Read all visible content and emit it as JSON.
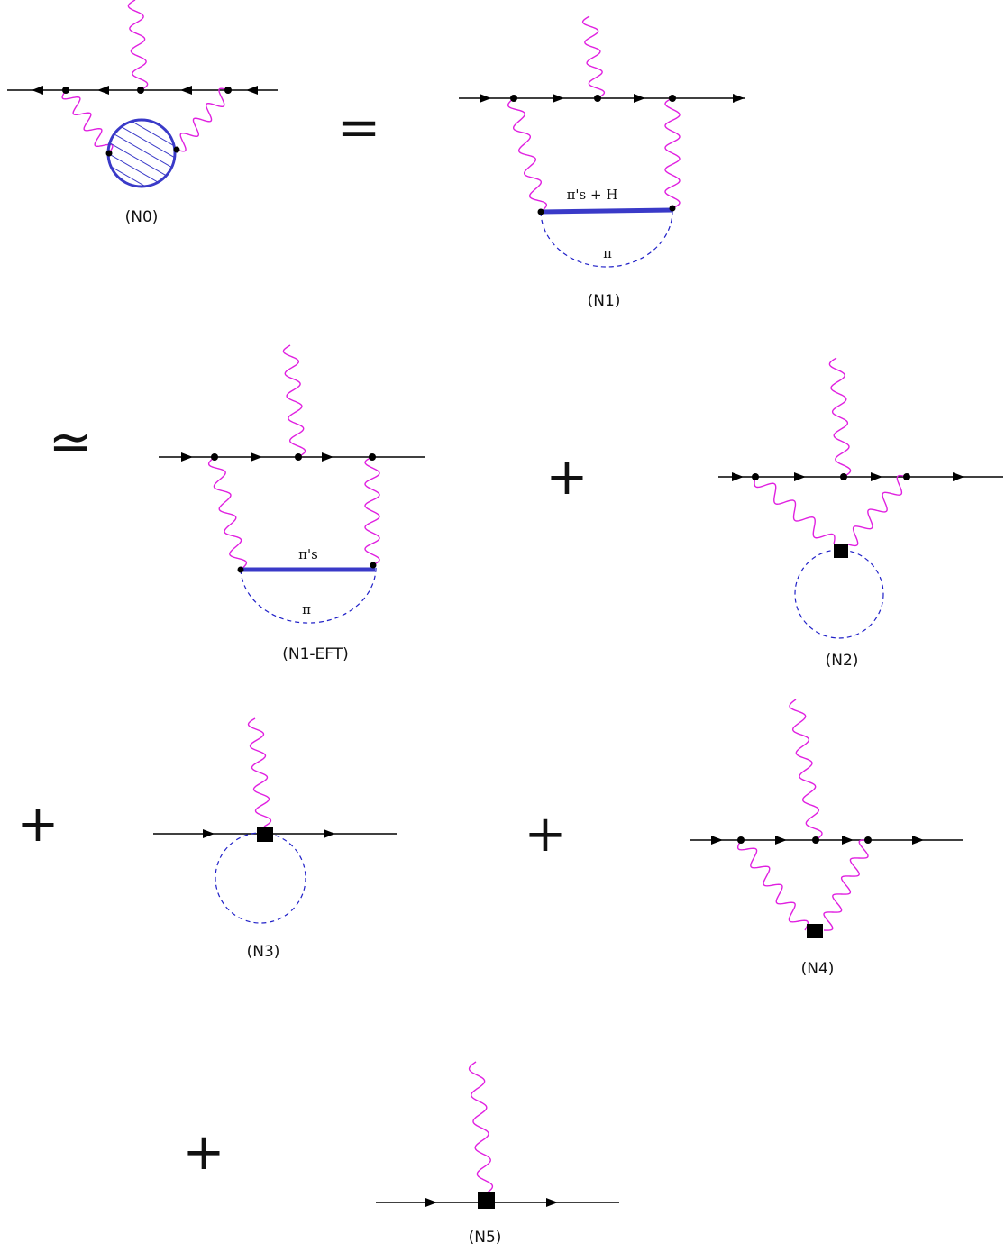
{
  "symbols": {
    "equals": "=",
    "approx": "≃",
    "plus": "+"
  },
  "diagrams": [
    {
      "id": "N0",
      "label": "(N0)"
    },
    {
      "id": "N1",
      "label": "(N1)",
      "heavy_line_label": "π's + H",
      "dashed_line_label": "π"
    },
    {
      "id": "N1-EFT",
      "label": "(N1-EFT)",
      "heavy_line_label": "π's",
      "dashed_line_label": "π"
    },
    {
      "id": "N2",
      "label": "(N2)"
    },
    {
      "id": "N3",
      "label": "(N3)"
    },
    {
      "id": "N4",
      "label": "(N4)"
    },
    {
      "id": "N5",
      "label": "(N5)"
    }
  ],
  "colors": {
    "photon": "#e020e0",
    "pion": "#2020c8",
    "blob": "#3a3ac8",
    "fermion": "#000000"
  }
}
